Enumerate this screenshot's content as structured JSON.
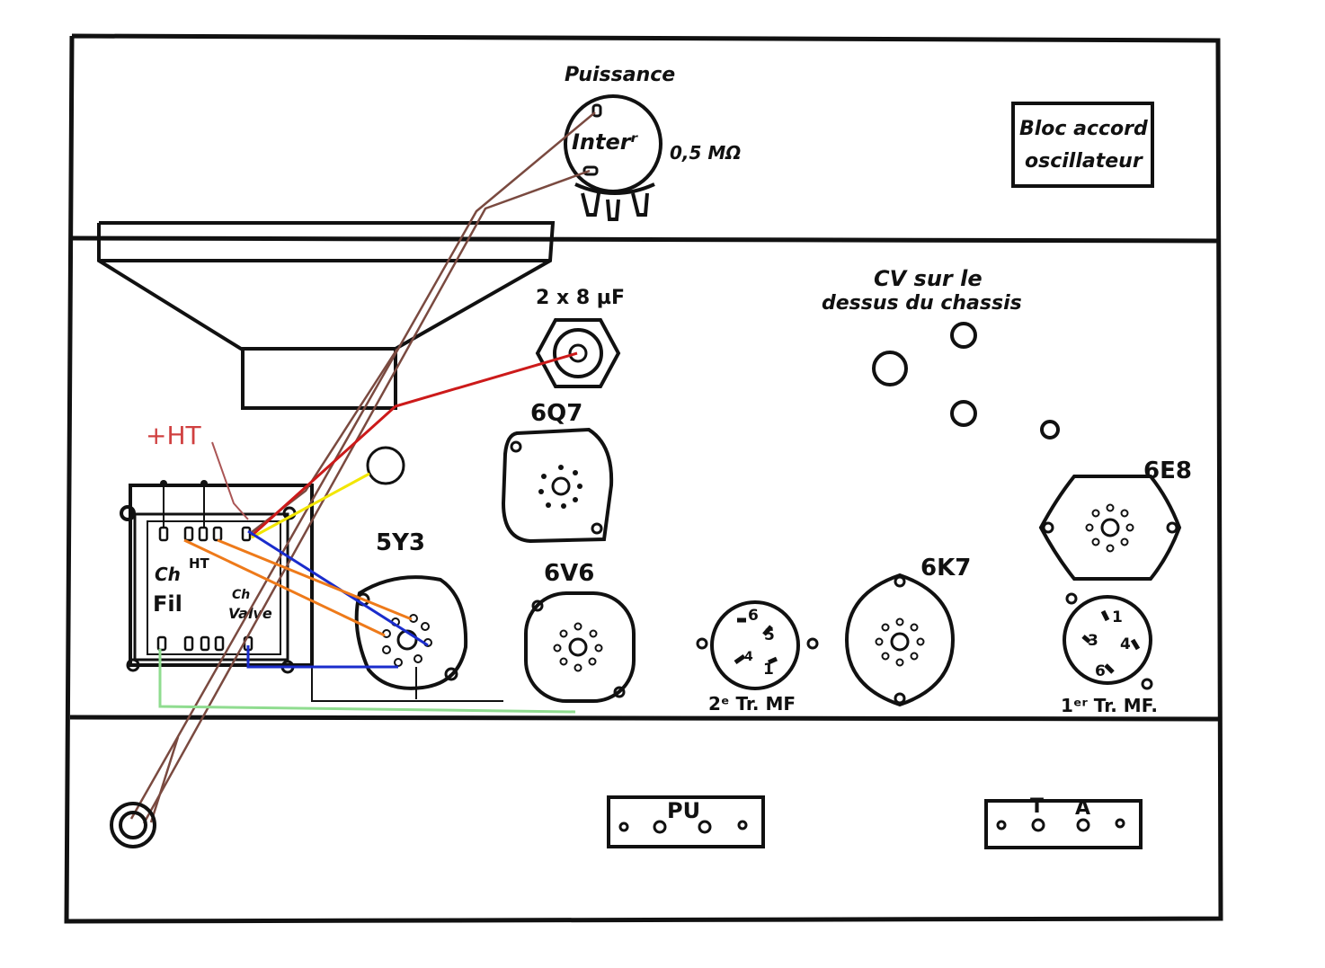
{
  "labels": {
    "puissance": "Puissance",
    "inter": "Interʳ",
    "pot_value": "0,5 MΩ",
    "bloc_line1": "Bloc accord",
    "bloc_line2": "oscillateur",
    "cv_line1": "CV sur le",
    "cv_line2": "dessus du chassis",
    "capacitor": "2 x 8 µF",
    "plus_ht": "+HT",
    "ht": "HT",
    "ch_fil_1": "Ch",
    "ch_fil_2": "Fil",
    "ch_valve_1": "Ch",
    "ch_valve_2": "Valve",
    "tube_6q7": "6Q7",
    "tube_5y3": "5Y3",
    "tube_6v6": "6V6",
    "tube_6k7": "6K7",
    "tube_6e8": "6E8",
    "tr_mf2": "2ᵉ Tr. MF",
    "tr_mf1": "1ᵉʳ Tr. MF.",
    "pu": "PU",
    "t": "T",
    "a": "A",
    "mf2_pins": [
      "6",
      "5",
      "4",
      "1"
    ],
    "mf1_pins": [
      "1",
      "3",
      "4",
      "6"
    ]
  },
  "colors": {
    "ink": "#111111",
    "wire_brown": "#7a4a40",
    "wire_red": "#cc1a1a",
    "wire_yellow": "#f2e600",
    "wire_blue": "#1a2ccc",
    "wire_orange": "#ee7a1a",
    "wire_green": "#8fdc8f",
    "annotation_red": "#d04040"
  }
}
